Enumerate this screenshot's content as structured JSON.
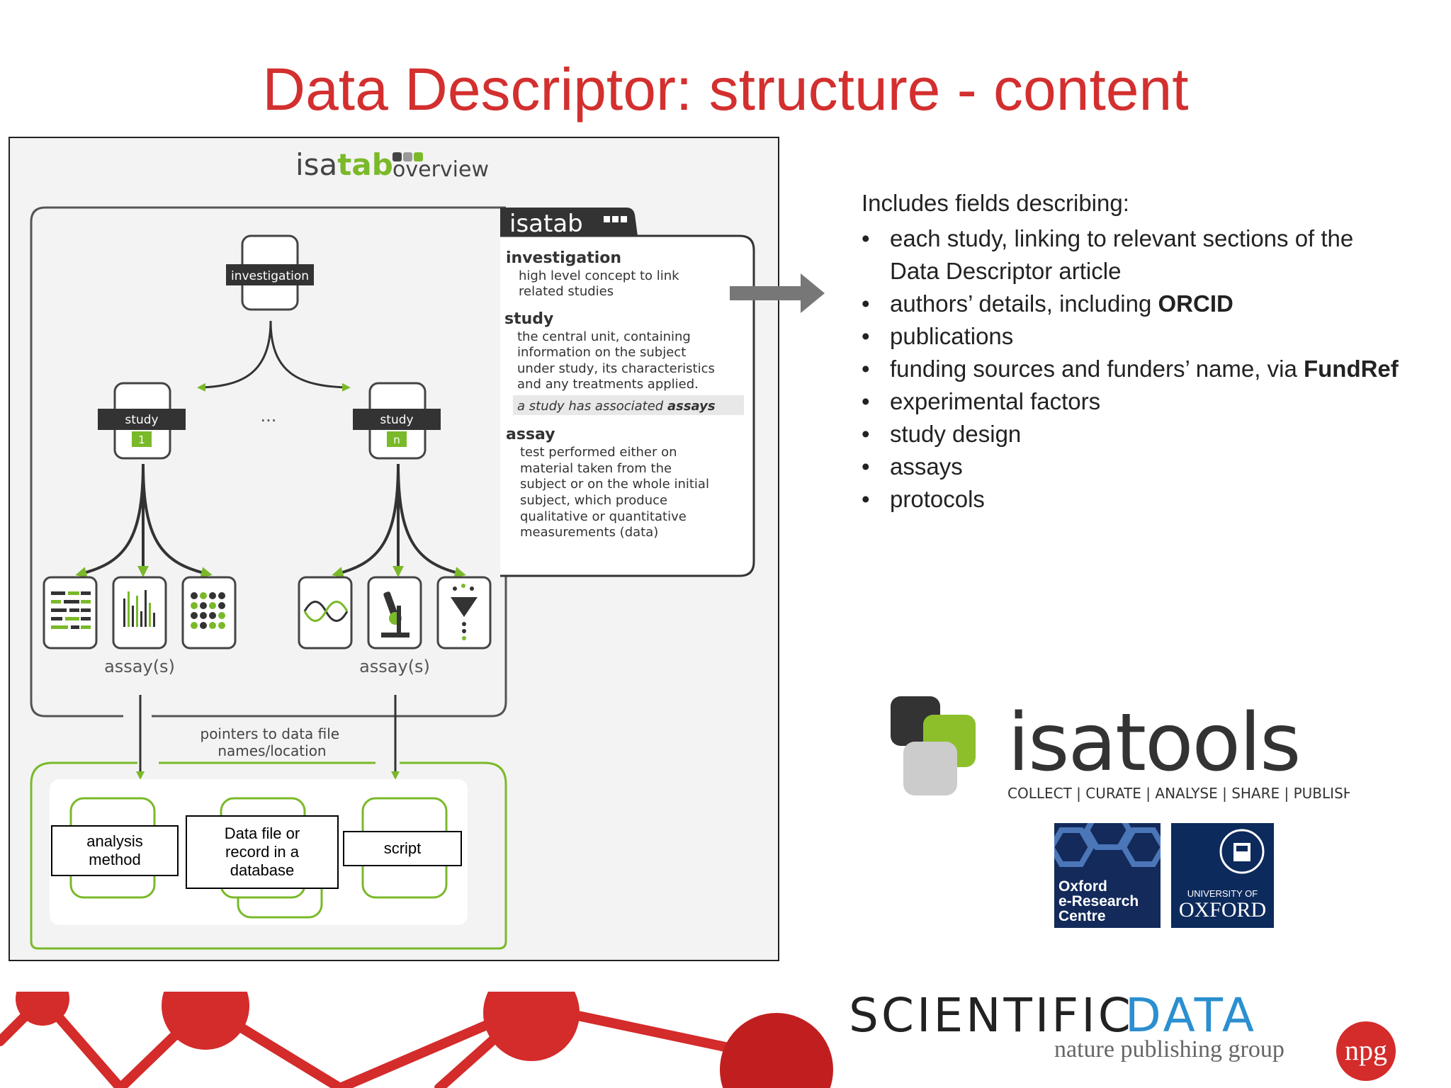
{
  "slide": {
    "title": "Data Descriptor: structure - content"
  },
  "diagram": {
    "logo": {
      "part1": "isa",
      "part2": "tab",
      "part3": "overview"
    },
    "nodes": {
      "investigation": "investigation",
      "study1": {
        "label": "study",
        "index": "1"
      },
      "studyn": {
        "label": "study",
        "index": "n"
      },
      "ellipsis": "...",
      "assays_left": "assay(s)",
      "assays_right": "assay(s)"
    },
    "pointers_label": [
      "pointers to data file",
      "names/location"
    ],
    "boxes": {
      "analysis": "analysis\nmethod",
      "datafile": "Data file or\nrecord in a\ndatabase",
      "script": "script"
    },
    "legend": {
      "badge": "isatab",
      "investigation": {
        "title": "investigation",
        "lines": [
          "high level concept to link",
          "related studies"
        ]
      },
      "study": {
        "title": "study",
        "lines": [
          "the central unit, containing",
          "information on the subject",
          "under study, its characteristics",
          "and any treatments applied."
        ],
        "note_prefix": "a study has associated ",
        "note_bold": "assays"
      },
      "assay": {
        "title": "assay",
        "lines": [
          "test performed either on",
          "material taken from the",
          "subject or on the whole initial",
          "subject, which produce",
          "qualitative or quantitative",
          "measurements (data)"
        ]
      }
    }
  },
  "fields": {
    "heading": "Includes fields describing:",
    "items": [
      {
        "pre": "each study, linking to relevant sections of the",
        "bold": "",
        "post": ""
      },
      {
        "pre": "Data Descriptor article",
        "bold": "",
        "post": "",
        "continuation": true
      },
      {
        "pre": "authors’ details, including ",
        "bold": "ORCID",
        "post": ""
      },
      {
        "pre": "publications",
        "bold": "",
        "post": ""
      },
      {
        "pre": "funding sources and funders’ name, via ",
        "bold": "FundRef",
        "post": ""
      },
      {
        "pre": "experimental factors",
        "bold": "",
        "post": ""
      },
      {
        "pre": "study design",
        "bold": "",
        "post": ""
      },
      {
        "pre": "assays",
        "bold": "",
        "post": ""
      },
      {
        "pre": "protocols",
        "bold": "",
        "post": ""
      }
    ]
  },
  "logos": {
    "isatools": {
      "name": "isatools",
      "tagline": "COLLECT | CURATE | ANALYSE | SHARE | PUBLISH"
    },
    "oerc": {
      "text": "Oxford\ne-Research\nCentre"
    },
    "oxford": {
      "small": "UNIVERSITY OF",
      "big": "OXFORD"
    },
    "scientific_data": {
      "word1": "SCIENTIFIC",
      "word2": "DATA",
      "publisher": "nature publishing group",
      "npg": "npg"
    }
  },
  "colors": {
    "title": "#d32f2f",
    "green": "#7ab929",
    "dark": "#333333",
    "navy": "#132a5a",
    "red": "#d42b2b"
  }
}
